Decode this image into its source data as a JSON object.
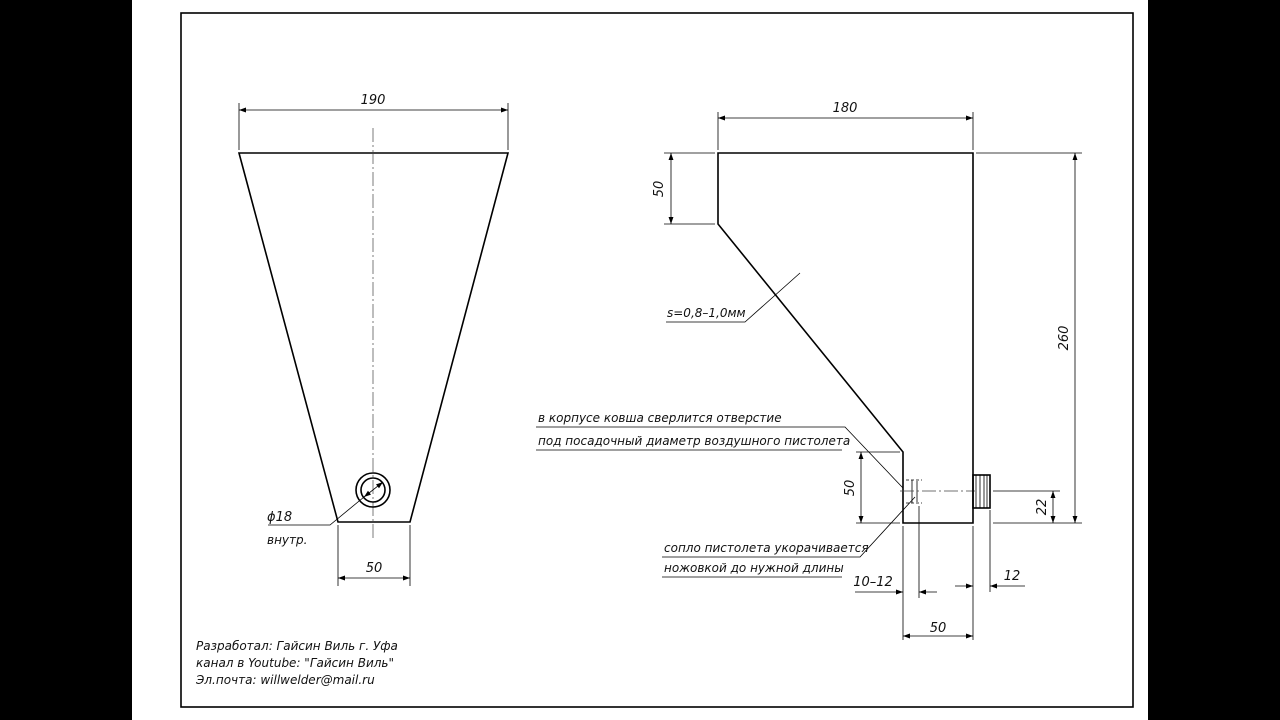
{
  "drawing": {
    "dims": {
      "top_width_front": "190",
      "top_width_side": "180",
      "bottom_width_front": "50",
      "top_step_height": "50",
      "total_height": "260",
      "hole_height": "50",
      "nozzle_offset": "22",
      "bottom_width_side": "50",
      "nozzle_recess": "10–12",
      "nozzle_length": "12",
      "hole_diameter": "ϕ18",
      "hole_diameter_note": "внутр."
    },
    "notes": {
      "thickness": "s=0,8–1,0мм",
      "drill_line1": "в корпусе ковша сверлится отверстие",
      "drill_line2": "под посадочный диаметр воздушного пистолета",
      "nozzle_line1": "сопло пистолета укорачивается",
      "nozzle_line2": "ножовкой до нужной длины"
    },
    "author": {
      "line1": "Разработал: Гайсин Виль г. Уфа",
      "line2": "канал в Youtube: \"Гайсин Виль\"",
      "line3": "Эл.почта: willwelder@mail.ru"
    }
  }
}
